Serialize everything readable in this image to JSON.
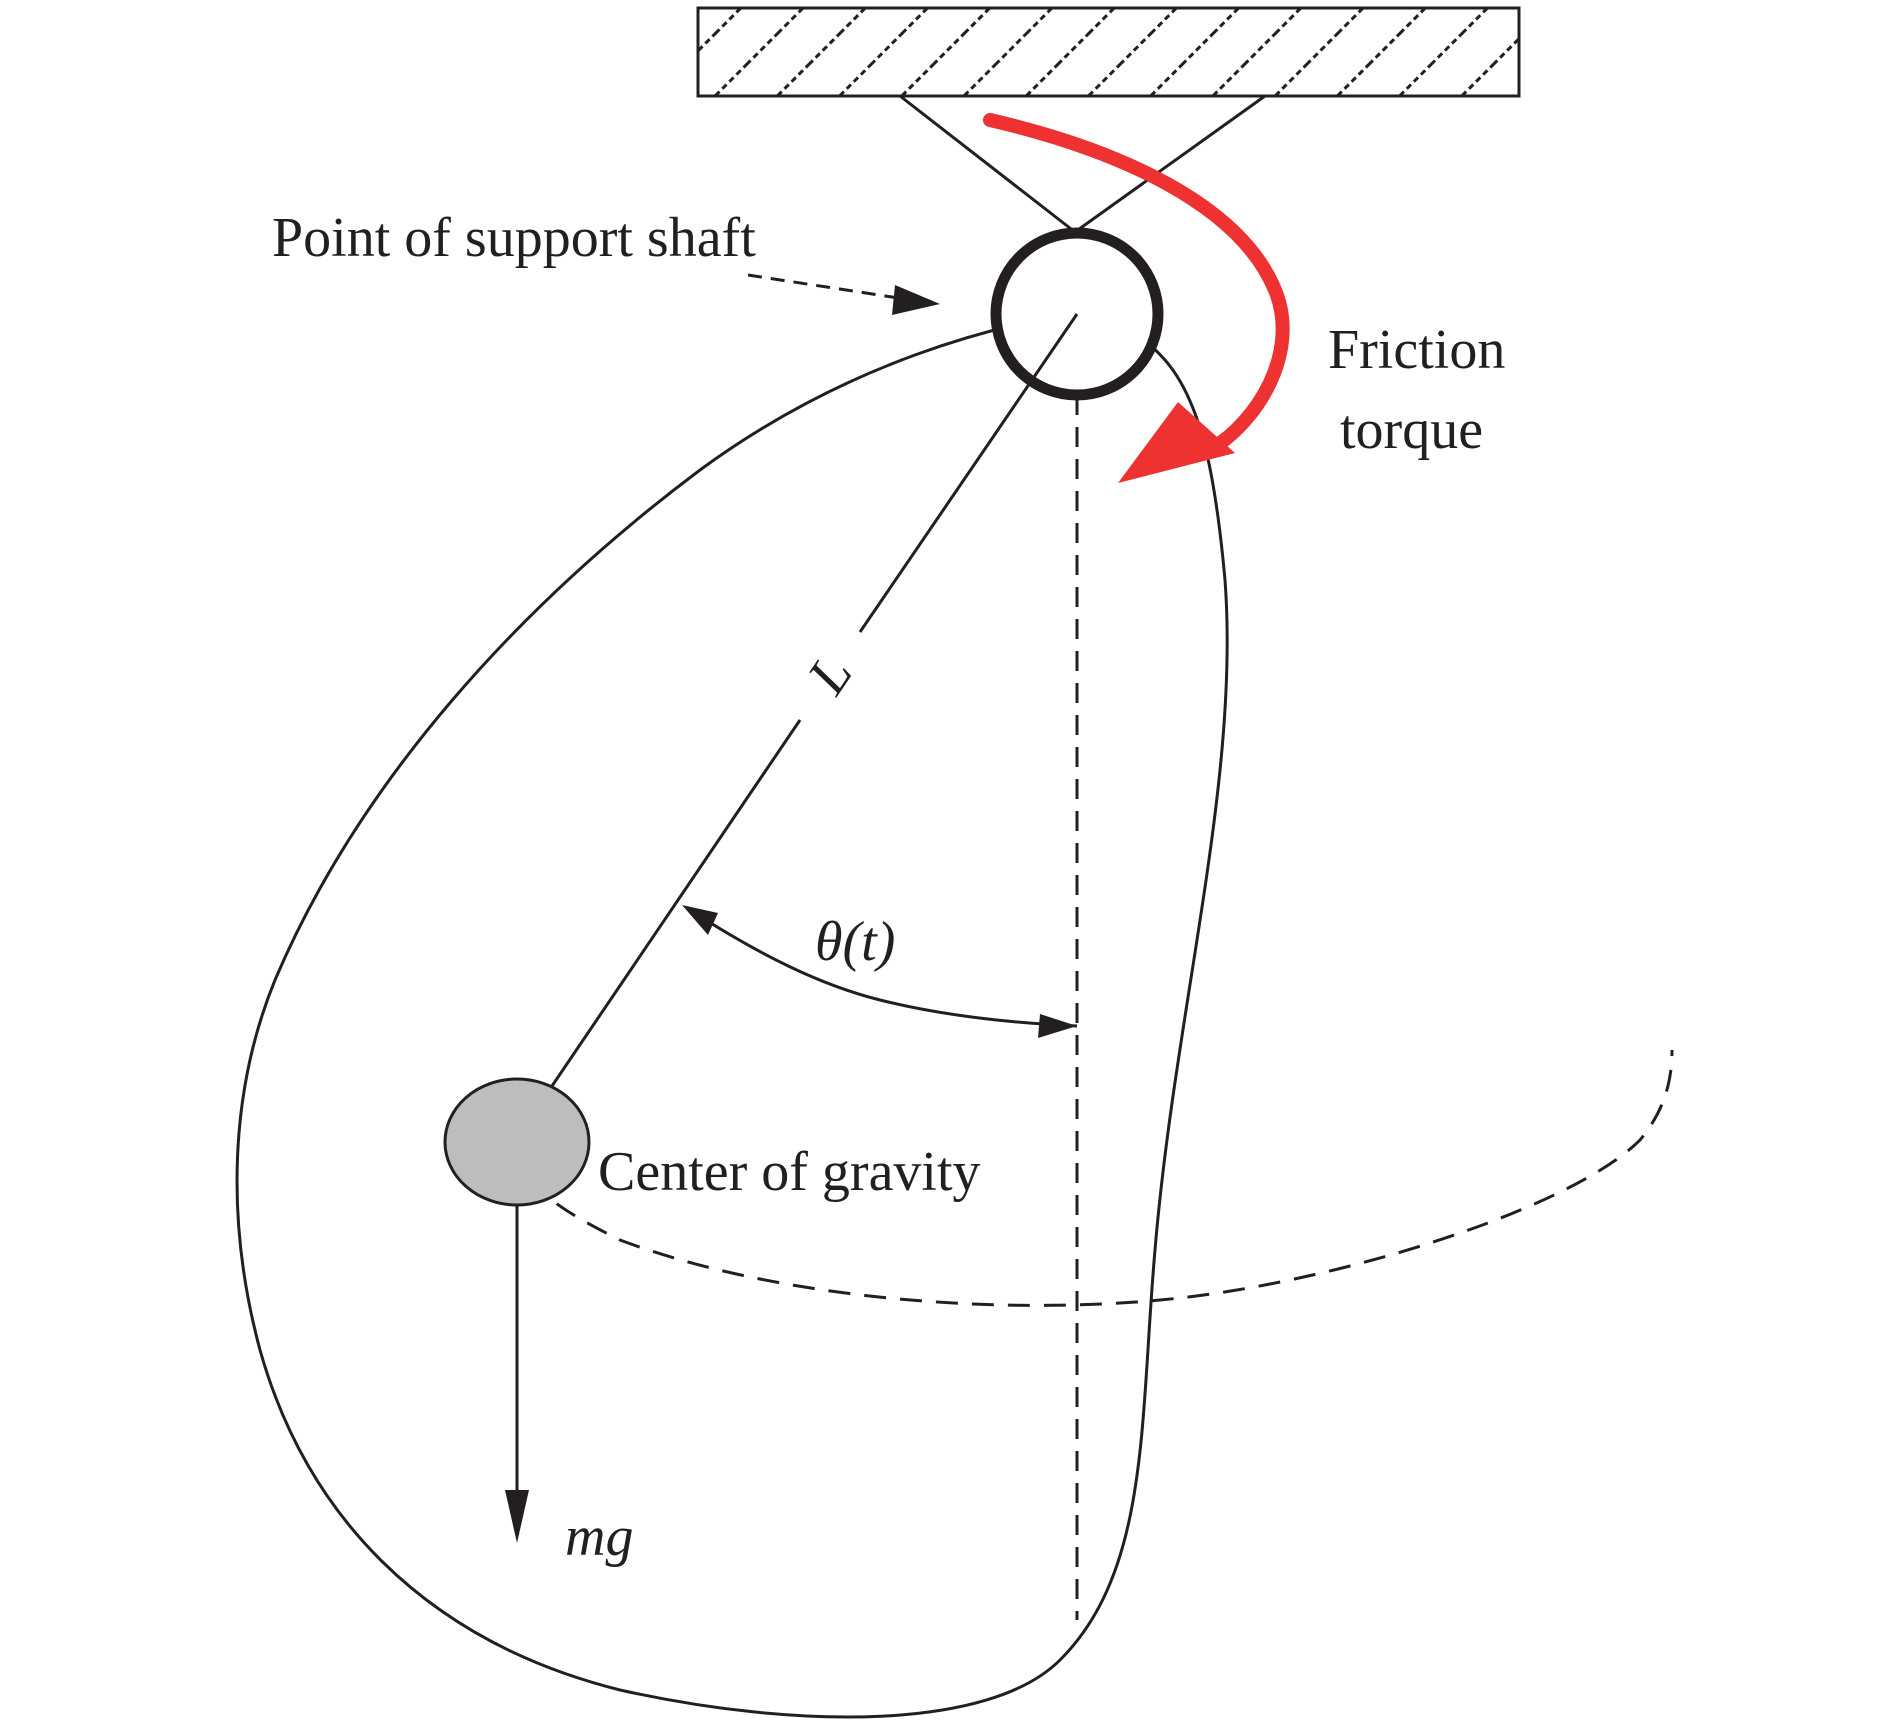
{
  "labels": {
    "support_shaft": "Point of support shaft",
    "friction_line1": "Friction",
    "friction_line2": "torque",
    "length": "L",
    "angle": "θ(t)",
    "center_of_gravity": "Center of gravity",
    "weight": "mg"
  },
  "colors": {
    "ink": "#231f20",
    "torque_arrow": "#ee3131",
    "bob_fill": "#bdbdbf"
  }
}
